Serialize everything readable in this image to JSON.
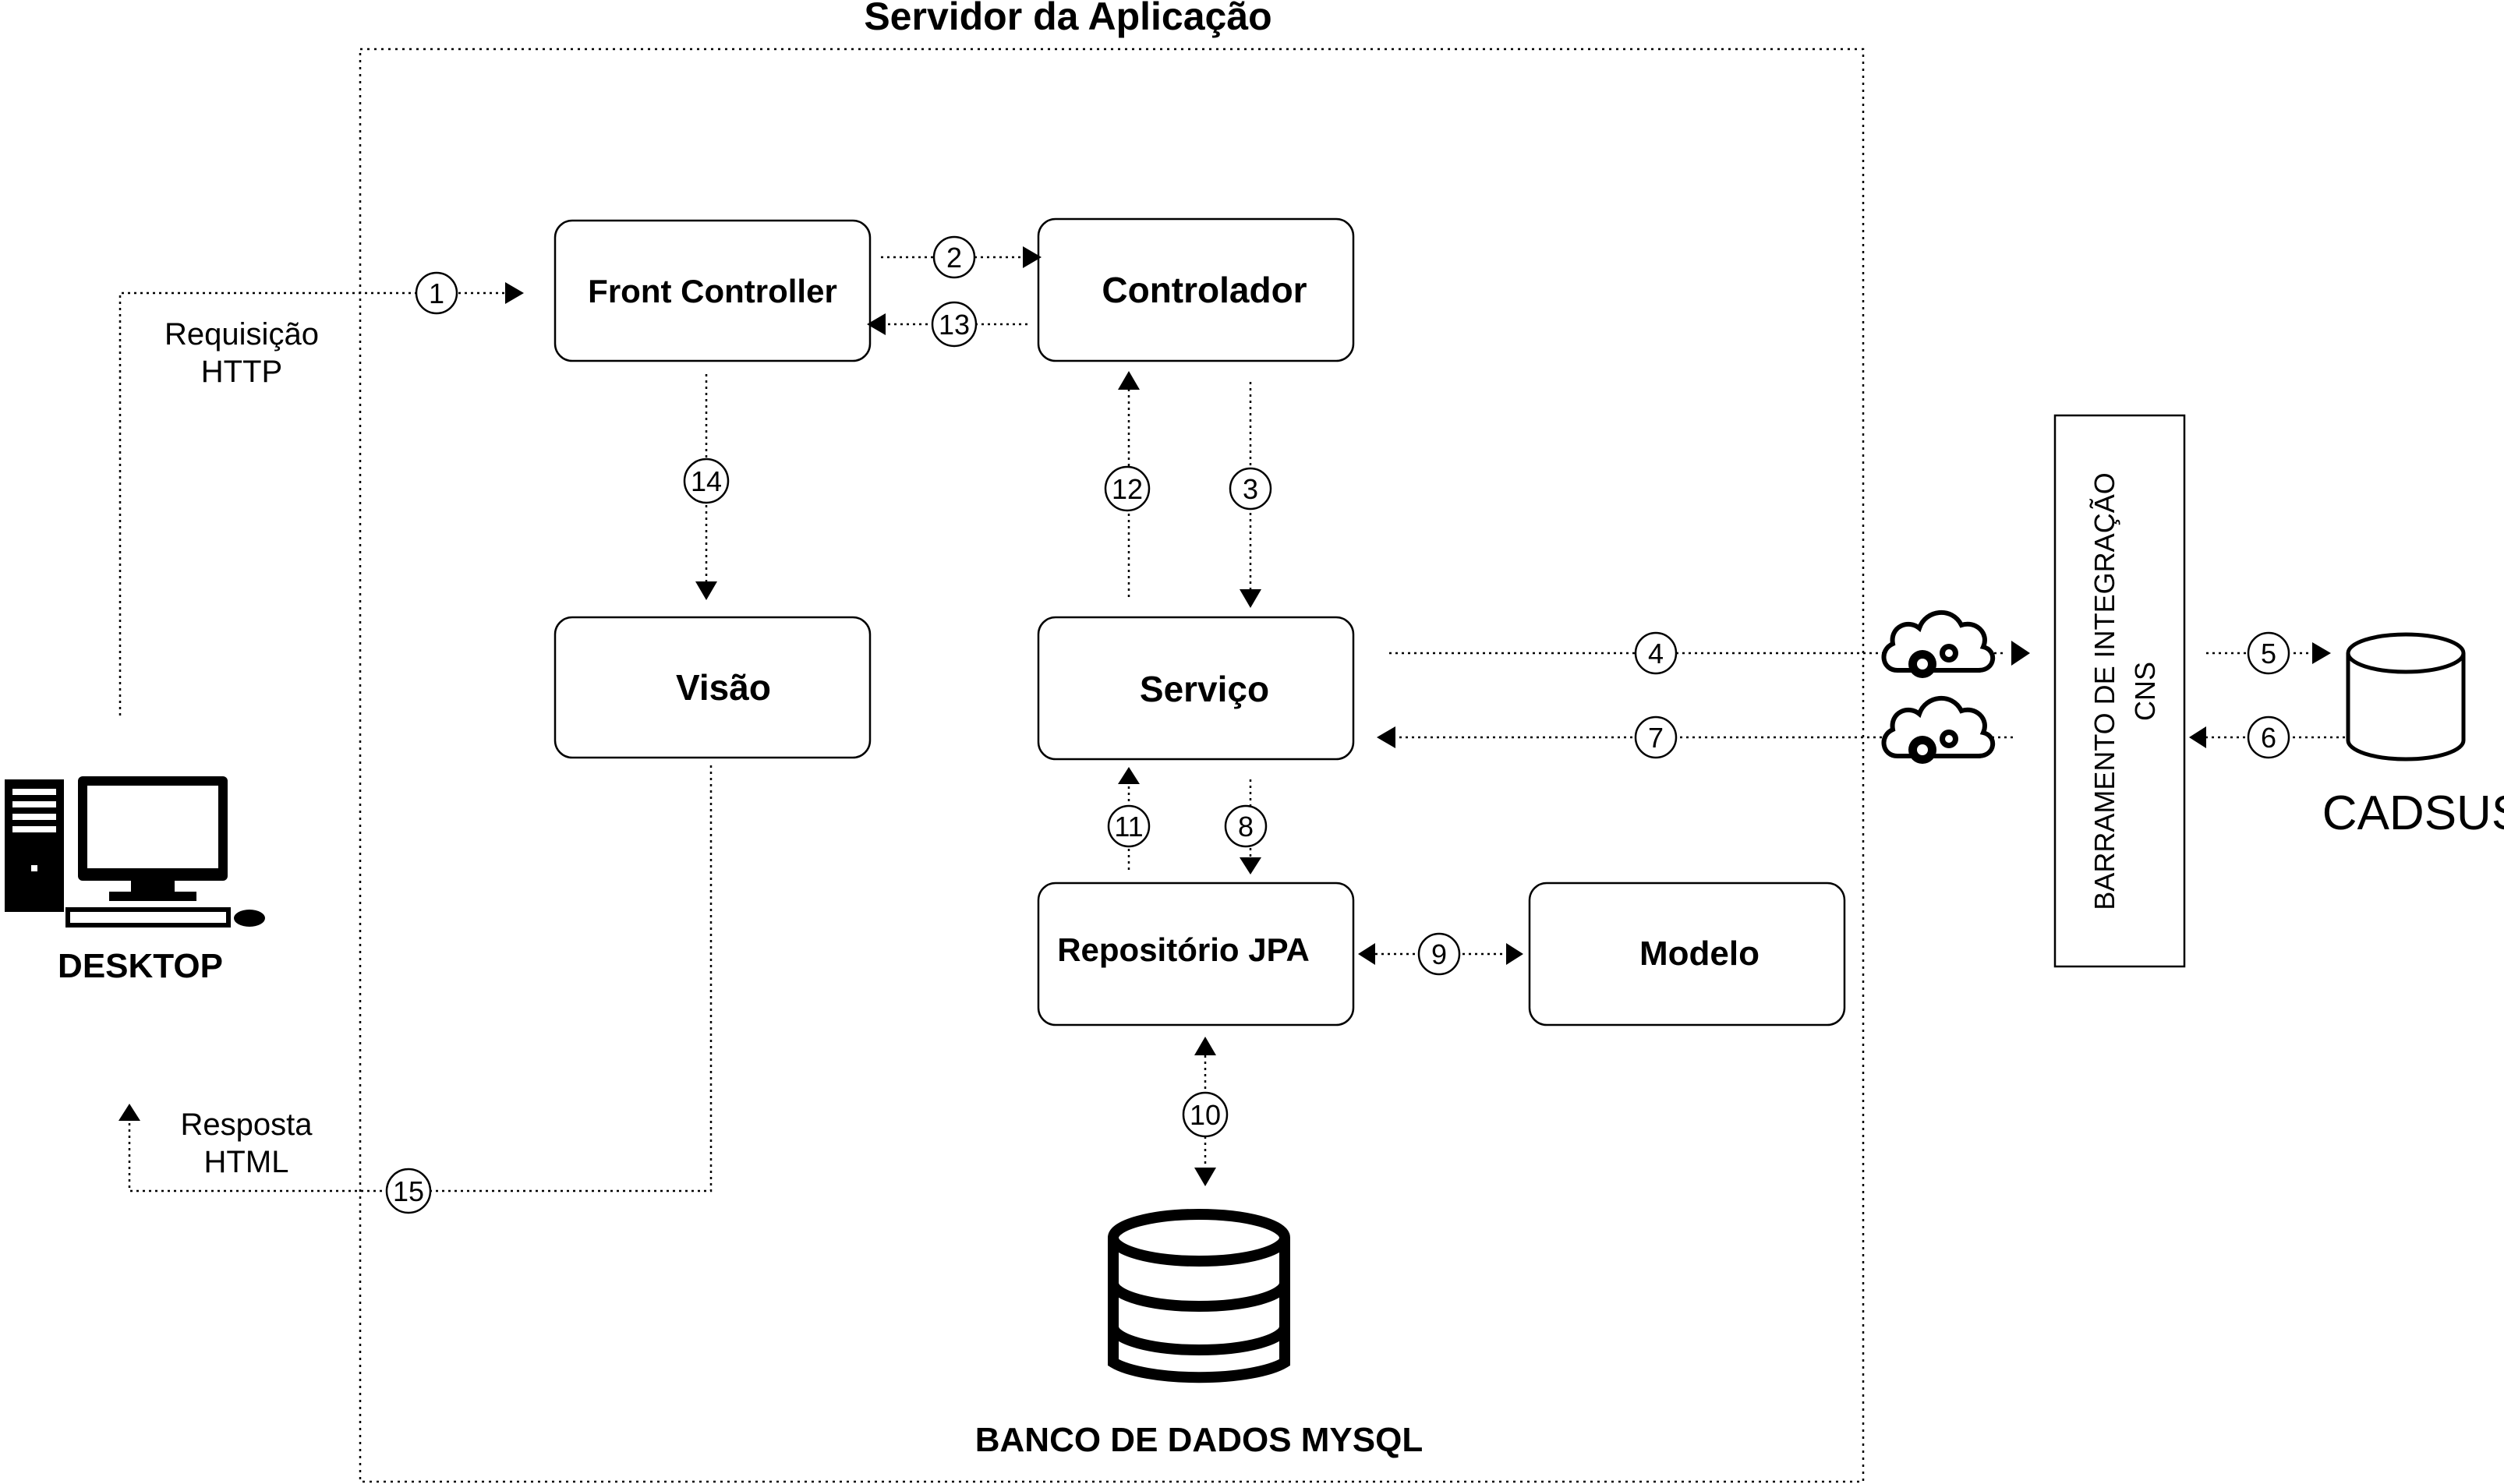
{
  "server_title": "Servidor da Aplicação",
  "boxes": {
    "front_controller": "Front Controller",
    "controlador": "Controlador",
    "visao": "Visão",
    "servico": "Serviço",
    "repositorio": "Repositório JPA",
    "modelo": "Modelo"
  },
  "desktop_label": "DESKTOP",
  "requisicao": [
    "Requisição",
    "HTTP"
  ],
  "resposta": [
    "Resposta",
    "HTML"
  ],
  "barramento": [
    "BARRAMENTO DE INTEGRAÇÃO",
    "CNS"
  ],
  "cadsus_label": "CADSUS",
  "db_label": "BANCO DE DADOS MYSQL",
  "steps": [
    "1",
    "2",
    "3",
    "4",
    "5",
    "6",
    "7",
    "8",
    "9",
    "10",
    "11",
    "12",
    "13",
    "14",
    "15"
  ],
  "icons": [
    "desktop-computer-icon",
    "cloud-gears-icon",
    "cylinder-database-icon",
    "stacked-database-icon"
  ]
}
